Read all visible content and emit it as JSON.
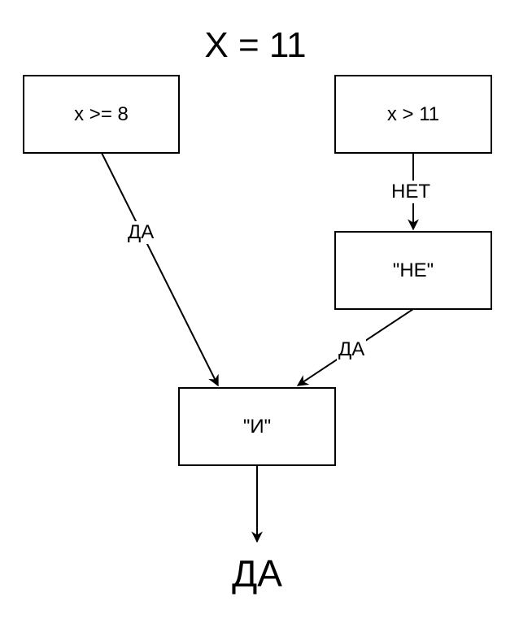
{
  "title": "X = 11",
  "nodes": {
    "cond_left": "x >= 8",
    "cond_right": "x > 11",
    "not_gate": "\"НЕ\"",
    "and_gate": "\"И\""
  },
  "edges": {
    "left_to_and": "ДА",
    "right_to_not": "НЕТ",
    "not_to_and": "ДА"
  },
  "result": "ДА"
}
